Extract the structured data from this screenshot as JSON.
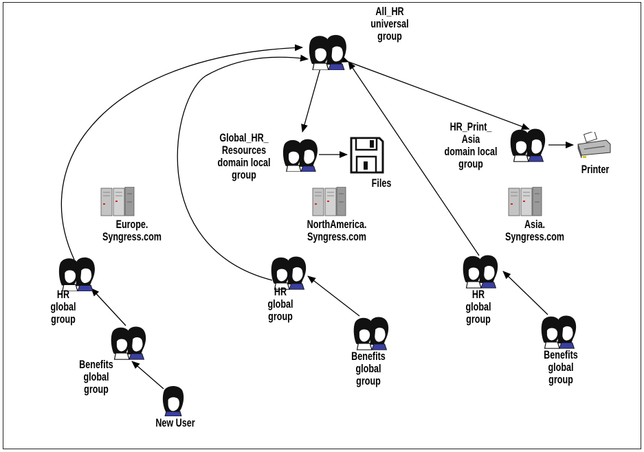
{
  "groups": {
    "all_hr": "All_HR\nuniversal\ngroup",
    "global_hr": "Global_HR_\nResources\ndomain local\ngroup",
    "hr_print": "HR_Print_\nAsia\ndomain local\ngroup",
    "hr_europe": "HR\nglobal\ngroup",
    "hr_na": "HR\nglobal\ngroup",
    "hr_asia": "HR\nglobal\ngroup",
    "benefits_europe": "Benefits\nglobal\ngroup",
    "benefits_na": "Benefits\nglobal\ngroup",
    "benefits_asia": "Benefits\nglobal\ngroup"
  },
  "user": {
    "new_user": "New User"
  },
  "resources": {
    "files": "Files",
    "printer": "Printer"
  },
  "domains": {
    "europe": "Europe.\nSyngress.com",
    "north_america": "NorthAmerica.\nSyngress.com",
    "asia": "Asia.\nSyngress.com"
  },
  "icons": {
    "group": "group-icon",
    "user": "user-icon",
    "server": "server-icon",
    "floppy": "floppy-disk-icon",
    "printer": "printer-icon"
  }
}
